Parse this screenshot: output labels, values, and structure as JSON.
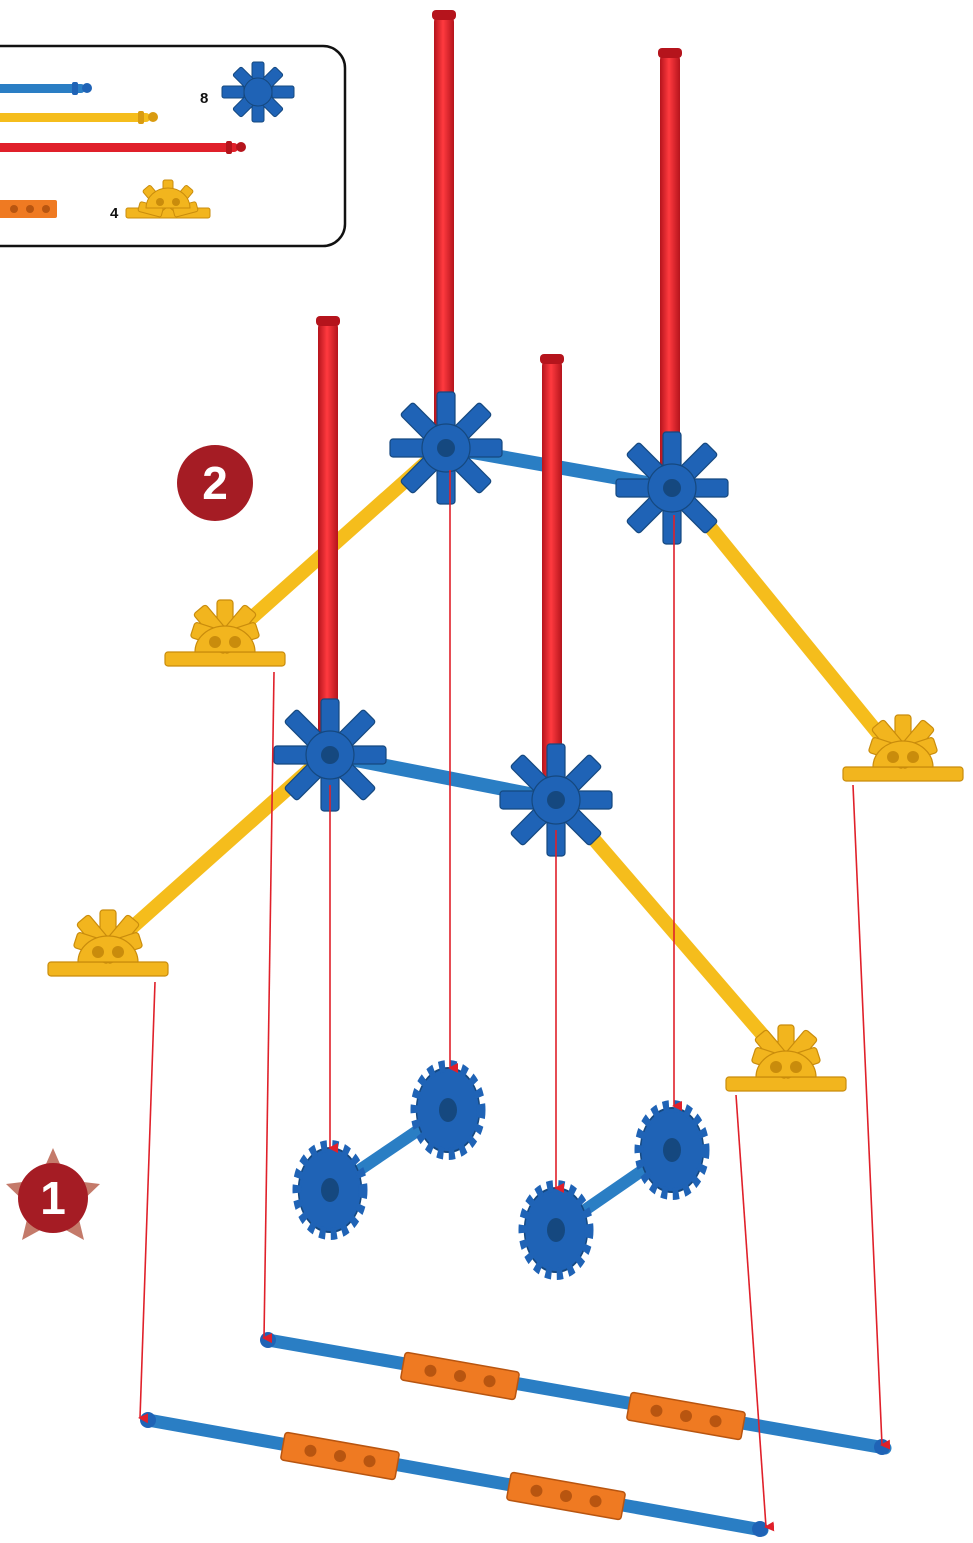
{
  "parts_list": {
    "connector_blue_8_count": "8",
    "connector_yellow_half_count": "4"
  },
  "steps": {
    "step1_number": "1",
    "step2_number": "2"
  },
  "colors": {
    "rod_red": "#e0202a",
    "rod_yellow": "#f5bd1c",
    "rod_blue": "#2a7ec4",
    "connector_blue": "#1f63b6",
    "connector_yellow": "#f2b51e",
    "connector_orange": "#ef7a22",
    "guide_arrow": "#e0202a",
    "step_badge": "#a51c24",
    "step_star": "#c47a6a"
  }
}
